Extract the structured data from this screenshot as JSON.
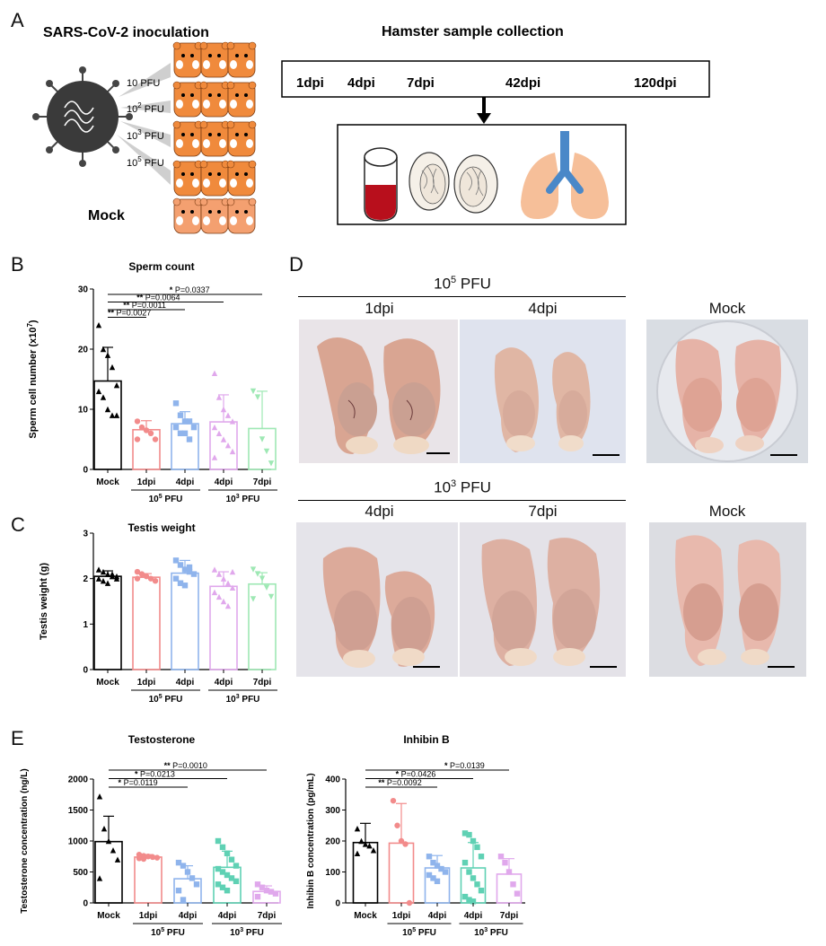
{
  "panels": {
    "A": "A",
    "B": "B",
    "C": "C",
    "D": "D",
    "E": "E"
  },
  "panelA": {
    "inoculation_title": "SARS-CoV-2 inoculation",
    "collection_title": "Hamster sample collection",
    "doses": [
      "10 PFU",
      "10",
      "PFU",
      "10",
      "PFU",
      "10",
      "PFU"
    ],
    "dose_labels": [
      {
        "base": "10",
        "exp": "",
        "unit": "PFU"
      },
      {
        "base": "10",
        "exp": "2",
        "unit": "PFU"
      },
      {
        "base": "10",
        "exp": "3",
        "unit": "PFU"
      },
      {
        "base": "10",
        "exp": "5",
        "unit": "PFU"
      }
    ],
    "mock": "Mock",
    "timeline": [
      "1dpi",
      "4dpi",
      "7dpi",
      "42dpi",
      "120dpi"
    ]
  },
  "panelB": {
    "chart_data": {
      "type": "bar",
      "title": "Sperm count",
      "ylabel": "Sperm cell number (x10",
      "ylabel_exp": "7",
      "ylabel_end": ")",
      "ylim": [
        0,
        30
      ],
      "yticks": [
        0,
        10,
        20,
        30
      ],
      "categories": [
        "Mock",
        "1dpi",
        "4dpi",
        "4dpi",
        "7dpi"
      ],
      "group_labels": [
        {
          "base": "10",
          "exp": "5",
          "unit": " PFU"
        },
        {
          "base": "10",
          "exp": "3",
          "unit": " PFU"
        }
      ],
      "values": [
        14.7,
        6.6,
        7.6,
        7.9,
        6.8
      ],
      "errors": [
        5.6,
        1.5,
        2.0,
        4.5,
        6.2
      ],
      "colors": [
        "#000000",
        "#f28b8b",
        "#8fb4ec",
        "#e0a8ec",
        "#9ee8b4"
      ],
      "points": [
        [
          24,
          20,
          19,
          17,
          14,
          13,
          12,
          10,
          9,
          9
        ],
        [
          8,
          7,
          6.5,
          6,
          5,
          5
        ],
        [
          11,
          9,
          8,
          8,
          7,
          7,
          6,
          6,
          5
        ],
        [
          16,
          12,
          10,
          9,
          8,
          7,
          6,
          5,
          4,
          3,
          2
        ],
        [
          13,
          12,
          5,
          3,
          1
        ]
      ],
      "markers": [
        "triangle-up",
        "circle",
        "square",
        "triangle-up",
        "triangle-down"
      ],
      "annotations": [
        {
          "stars": "*",
          "text": "P=0.0337"
        },
        {
          "stars": "**",
          "text": "P=0.0064"
        },
        {
          "stars": "**",
          "text": "P=0.0011"
        },
        {
          "stars": "**",
          "text": "P=0.0027"
        }
      ]
    }
  },
  "panelC": {
    "chart_data": {
      "type": "bar",
      "title": "Testis weight",
      "ylabel": "Testis weight (g)",
      "ylim": [
        0,
        3
      ],
      "yticks": [
        0,
        1,
        2,
        3
      ],
      "categories": [
        "Mock",
        "1dpi",
        "4dpi",
        "4dpi",
        "7dpi"
      ],
      "group_labels": [
        {
          "base": "10",
          "exp": "5",
          "unit": " PFU"
        },
        {
          "base": "10",
          "exp": "3",
          "unit": " PFU"
        }
      ],
      "values": [
        2.05,
        2.03,
        2.12,
        1.83,
        1.88
      ],
      "errors": [
        0.12,
        0.08,
        0.28,
        0.32,
        0.25
      ],
      "colors": [
        "#000000",
        "#f28b8b",
        "#8fb4ec",
        "#e0a8ec",
        "#9ee8b4"
      ],
      "points": [
        [
          2.2,
          2.15,
          2.1,
          2.05,
          2.0,
          2.0,
          1.95,
          1.9,
          2.1,
          2.05
        ],
        [
          2.15,
          2.1,
          2.05,
          2.0,
          1.95,
          2.0
        ],
        [
          2.4,
          2.3,
          2.2,
          2.15,
          2.1,
          2.0,
          1.9,
          1.85,
          2.25
        ],
        [
          2.2,
          2.1,
          2.0,
          1.9,
          1.8,
          1.7,
          1.6,
          1.5,
          1.4,
          2.15
        ],
        [
          2.2,
          2.1,
          2.0,
          1.8,
          1.6,
          1.55
        ]
      ],
      "markers": [
        "triangle-up",
        "circle",
        "square",
        "triangle-up",
        "triangle-down"
      ]
    }
  },
  "panelD": {
    "group1": {
      "base": "10",
      "exp": "5",
      "unit": " PFU"
    },
    "group2": {
      "base": "10",
      "exp": "3",
      "unit": " PFU"
    },
    "labels_row1": [
      "1dpi",
      "4dpi",
      "Mock"
    ],
    "labels_row2": [
      "4dpi",
      "7dpi",
      "Mock"
    ]
  },
  "panelE_left": {
    "chart_data": {
      "type": "bar",
      "title": "Testosterone",
      "ylabel": "Testosterone concentration (ng/L)",
      "ylim": [
        0,
        2000
      ],
      "yticks": [
        0,
        500,
        1000,
        1500,
        2000
      ],
      "categories": [
        "Mock",
        "1dpi",
        "4dpi",
        "4dpi",
        "7dpi"
      ],
      "group_labels": [
        {
          "base": "10",
          "exp": "5",
          "unit": " PFU"
        },
        {
          "base": "10",
          "exp": "3",
          "unit": " PFU"
        }
      ],
      "values": [
        990,
        740,
        390,
        575,
        185
      ],
      "errors": [
        410,
        40,
        210,
        260,
        90
      ],
      "colors": [
        "#000000",
        "#f28b8b",
        "#8fb4ec",
        "#5fd1b4",
        "#e0a8ec"
      ],
      "points": [
        [
          1720,
          1200,
          1000,
          850,
          700,
          400
        ],
        [
          780,
          760,
          750,
          740,
          730,
          720,
          710
        ],
        [
          650,
          600,
          500,
          400,
          300,
          200,
          50
        ],
        [
          1000,
          900,
          800,
          700,
          600,
          550,
          500,
          450,
          400,
          350,
          300,
          250,
          200
        ],
        [
          300,
          250,
          200,
          180,
          150,
          100
        ]
      ],
      "markers": [
        "triangle-up",
        "circle",
        "square",
        "square",
        "square"
      ],
      "annotations": [
        {
          "stars": "**",
          "text": "P=0.0010"
        },
        {
          "stars": "*",
          "text": "P=0.0213"
        },
        {
          "stars": "*",
          "text": "P=0.0119"
        }
      ]
    }
  },
  "panelE_right": {
    "chart_data": {
      "type": "bar",
      "title": "Inhibin B",
      "ylabel": "Inhibin B concentration (pg/mL)",
      "ylim": [
        0,
        400
      ],
      "yticks": [
        0,
        100,
        200,
        300,
        400
      ],
      "categories": [
        "Mock",
        "1dpi",
        "4dpi",
        "4dpi",
        "7dpi"
      ],
      "group_labels": [
        {
          "base": "10",
          "exp": "5",
          "unit": " PFU"
        },
        {
          "base": "10",
          "exp": "3",
          "unit": " PFU"
        }
      ],
      "values": [
        195,
        193,
        113,
        113,
        93
      ],
      "errors": [
        62,
        128,
        40,
        82,
        50
      ],
      "colors": [
        "#000000",
        "#f28b8b",
        "#8fb4ec",
        "#5fd1b4",
        "#e0a8ec"
      ],
      "points": [
        [
          240,
          200,
          190,
          185,
          170,
          160
        ],
        [
          330,
          250,
          200,
          190,
          0
        ],
        [
          150,
          130,
          120,
          110,
          100,
          90,
          80,
          70
        ],
        [
          225,
          220,
          200,
          180,
          150,
          130,
          100,
          80,
          60,
          40,
          20,
          10,
          5
        ],
        [
          150,
          130,
          100,
          60,
          30
        ]
      ],
      "markers": [
        "triangle-up",
        "circle",
        "square",
        "square",
        "square"
      ],
      "annotations": [
        {
          "stars": "*",
          "text": "P=0.0139"
        },
        {
          "stars": "*",
          "text": "P=0.0426"
        },
        {
          "stars": "**",
          "text": "P=0.0092"
        }
      ]
    }
  }
}
